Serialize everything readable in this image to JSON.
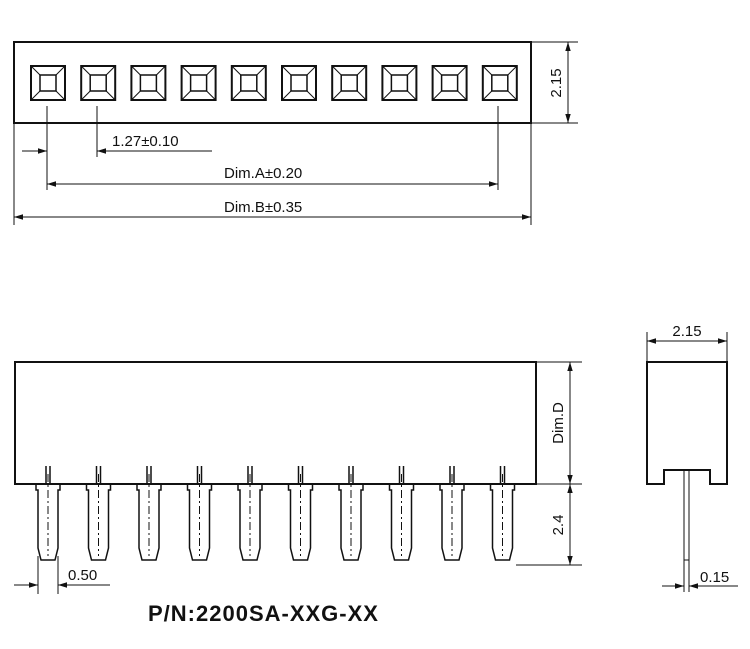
{
  "top_view": {
    "pitch_label": "1.27±0.10",
    "dim_a_label": "Dim.A±0.20",
    "dim_b_label": "Dim.B±0.35",
    "height_label": "2.15",
    "contact_count": 10
  },
  "front_view": {
    "dim_d_label": "Dim.D",
    "pin_length_label": "2.4",
    "pin_width_label": "0.50",
    "pin_count": 10
  },
  "side_view": {
    "width_label": "2.15",
    "pin_thickness_label": "0.15"
  },
  "part_number": "P/N:2200SA-XXG-XX",
  "colors": {
    "ink": "#111111",
    "background": "#ffffff"
  }
}
